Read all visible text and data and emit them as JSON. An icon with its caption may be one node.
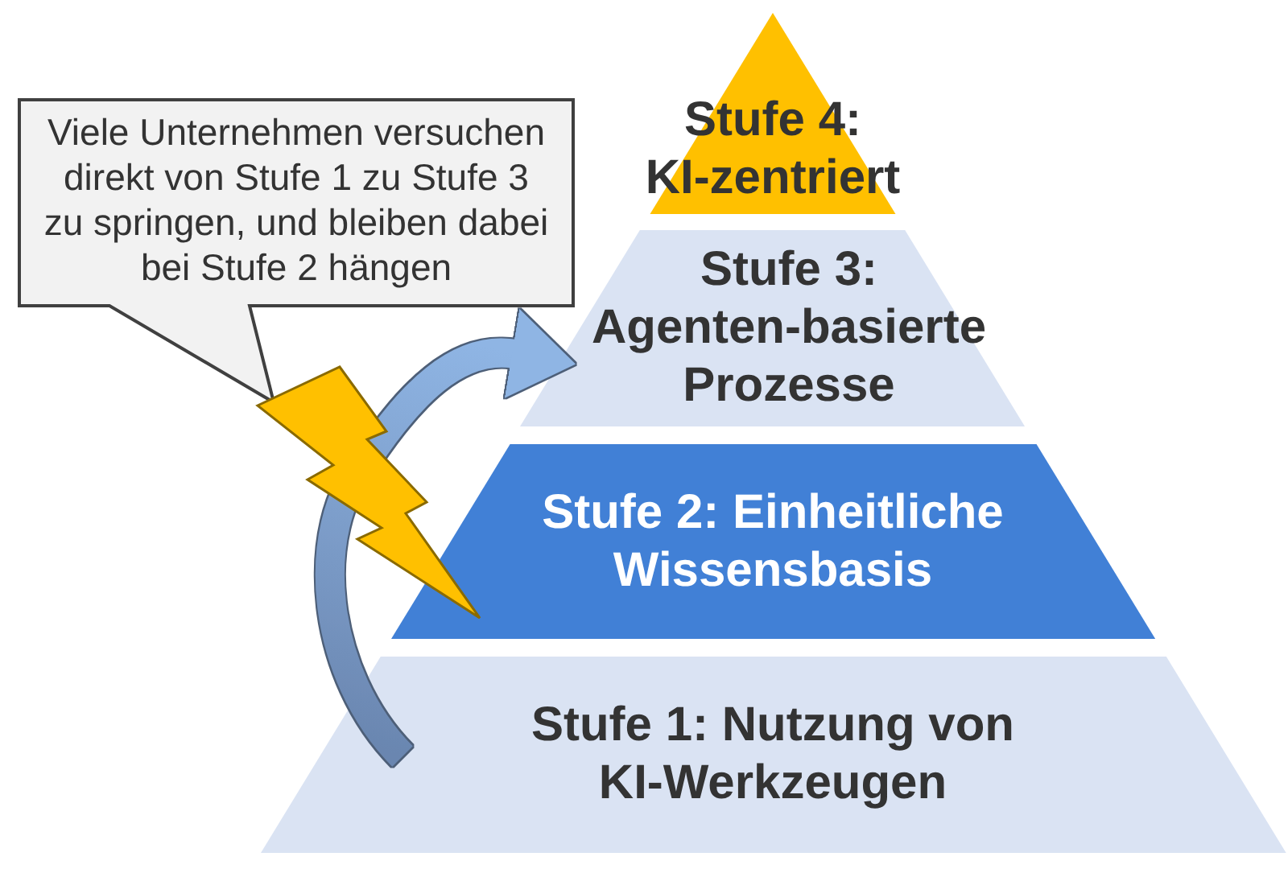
{
  "diagram": {
    "nodes": [
      {
        "text": [
          "Stufe 4: KI-zentriert"
        ]
      },
      {
        "text": [
          "Stufe 3: Agenten-basierte Prozesse"
        ]
      },
      {
        "text": [
          "Stufe 2: Einheitliche Wissensbasis"
        ]
      },
      {
        "text": [
          "Stufe 1: Nutzung von KI-Werkzeugen"
        ]
      },
      {
        "text": [
          "Viele Unternehmen versuchen direkt von Stufe 1 zu Stufe 3 zu springen, und bleiben dabei bei Stufe 2 hängen"
        ]
      }
    ],
    "edges": [
      {
        "from": 3,
        "to": 1,
        "arrow": "to",
        "style": "thick"
      }
    ]
  }
}
